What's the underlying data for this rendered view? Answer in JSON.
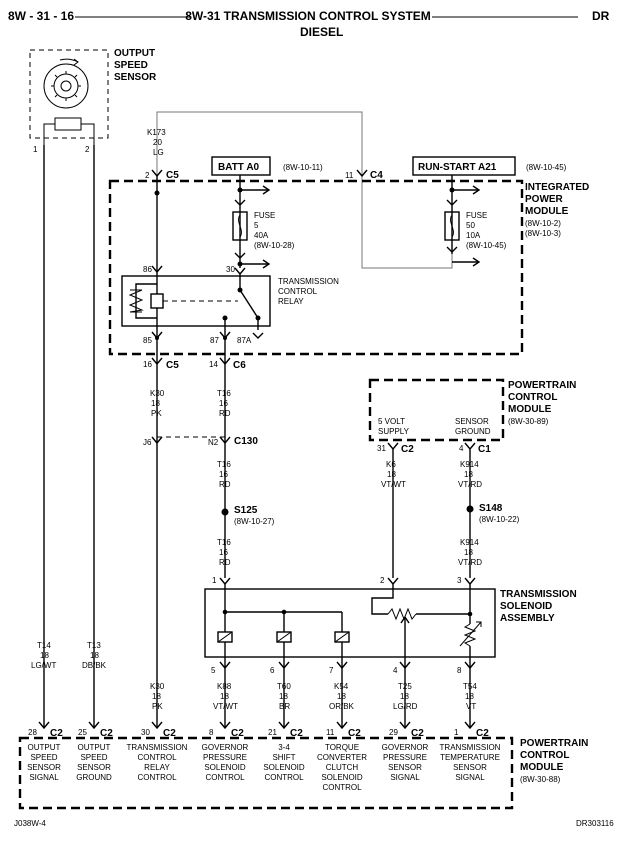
{
  "header": {
    "page_id": "8W - 31 - 16",
    "title": "8W-31 TRANSMISSION CONTROL SYSTEM",
    "subtitle": "DIESEL",
    "model": "DR"
  },
  "footer": {
    "left_code": "J038W-4",
    "right_code": "DR303116"
  },
  "output_speed_sensor": {
    "label": [
      "OUTPUT",
      "SPEED",
      "SENSOR"
    ],
    "pin1": "1",
    "pin2": "2"
  },
  "k173_wire": [
    "K173",
    "20",
    "LG"
  ],
  "ipm": {
    "label": [
      "INTEGRATED",
      "POWER",
      "MODULE"
    ],
    "refs": [
      "(8W-10-2)",
      "(8W-10-3)"
    ],
    "c5_top_pin": "2",
    "c5_top": "C5",
    "c4_pin": "11",
    "c4": "C4",
    "batt_label": "BATT A0",
    "batt_ref": "(8W-10-11)",
    "runstart_label": "RUN-START A21",
    "runstart_ref": "(8W-10-45)",
    "fuse1": [
      "FUSE",
      "5",
      "40A",
      "(8W-10-28)"
    ],
    "fuse2": [
      "FUSE",
      "50",
      "10A",
      "(8W-10-45)"
    ],
    "relay_label": [
      "TRANSMISSION",
      "CONTROL",
      "RELAY"
    ],
    "pin86": "86",
    "pin30": "30",
    "pin85": "85",
    "pin87": "87",
    "pin87a": "87A",
    "c5_bottom_pin": "16",
    "c5_bottom": "C5",
    "c6_pin": "14",
    "c6": "C6"
  },
  "k30_wire_upper": [
    "K30",
    "18",
    "PK"
  ],
  "t16_wire_upper": [
    "T16",
    "16",
    "RD"
  ],
  "splice_j6": "J6",
  "splice_n2": "N2",
  "c130": "C130",
  "t16_wire_mid": [
    "T16",
    "16",
    "RD"
  ],
  "s125": {
    "label": "S125",
    "ref": "(8W-10-27)"
  },
  "t16_wire_lower": [
    "T16",
    "16",
    "RD"
  ],
  "pcm_upper": {
    "label": [
      "POWERTRAIN",
      "CONTROL",
      "MODULE"
    ],
    "ref": "(8W-30-89)",
    "pin_5v": [
      "5 VOLT",
      "SUPPLY"
    ],
    "pin_ground": [
      "SENSOR",
      "GROUND"
    ],
    "c2_pin": "31",
    "c2": "C2",
    "c1_pin": "4",
    "c1": "C1"
  },
  "k6_wire": [
    "K6",
    "18",
    "VT/WT"
  ],
  "k914_upper": [
    "K914",
    "18",
    "VT/RD"
  ],
  "s148": {
    "label": "S148",
    "ref": "(8W-10-22)"
  },
  "k914_lower": [
    "K914",
    "18",
    "VT/RD"
  ],
  "tsa": {
    "label": [
      "TRANSMISSION",
      "SOLENOID",
      "ASSEMBLY"
    ],
    "pin1": "1",
    "pin2": "2",
    "pin3": "3",
    "pin5": "5",
    "pin6": "6",
    "pin7": "7",
    "pin4": "4",
    "pin8": "8"
  },
  "wires_bottom": {
    "t14": [
      "T14",
      "18",
      "LG/WT"
    ],
    "t13": [
      "T13",
      "18",
      "DB/BK"
    ],
    "k30": [
      "K30",
      "18",
      "PK"
    ],
    "k88": [
      "K88",
      "18",
      "VT/WT"
    ],
    "t60": [
      "T60",
      "18",
      "BR"
    ],
    "k54": [
      "K54",
      "18",
      "OR/BK"
    ],
    "t25": [
      "T25",
      "18",
      "LG/RD"
    ],
    "t54": [
      "T54",
      "18",
      "VT"
    ]
  },
  "pcm_lower": {
    "label": [
      "POWERTRAIN",
      "CONTROL",
      "MODULE"
    ],
    "ref": "(8W-30-88)",
    "connector": "C2",
    "pins": [
      "28",
      "25",
      "30",
      "8",
      "21",
      "11",
      "29",
      "1"
    ],
    "functions": [
      [
        "OUTPUT",
        "SPEED",
        "SENSOR",
        "SIGNAL"
      ],
      [
        "OUTPUT",
        "SPEED",
        "SENSOR",
        "GROUND"
      ],
      [
        "TRANSMISSION",
        "CONTROL",
        "RELAY",
        "CONTROL"
      ],
      [
        "GOVERNOR",
        "PRESSURE",
        "SOLENOID",
        "CONTROL"
      ],
      [
        "3-4",
        "SHIFT",
        "SOLENOID",
        "CONTROL"
      ],
      [
        "TORQUE",
        "CONVERTER",
        "CLUTCH",
        "SOLENOID",
        "CONTROL"
      ],
      [
        "GOVERNOR",
        "PRESSURE",
        "SENSOR",
        "SIGNAL"
      ],
      [
        "TRANSMISSION",
        "TEMPERATURE",
        "SENSOR",
        "SIGNAL"
      ]
    ]
  }
}
